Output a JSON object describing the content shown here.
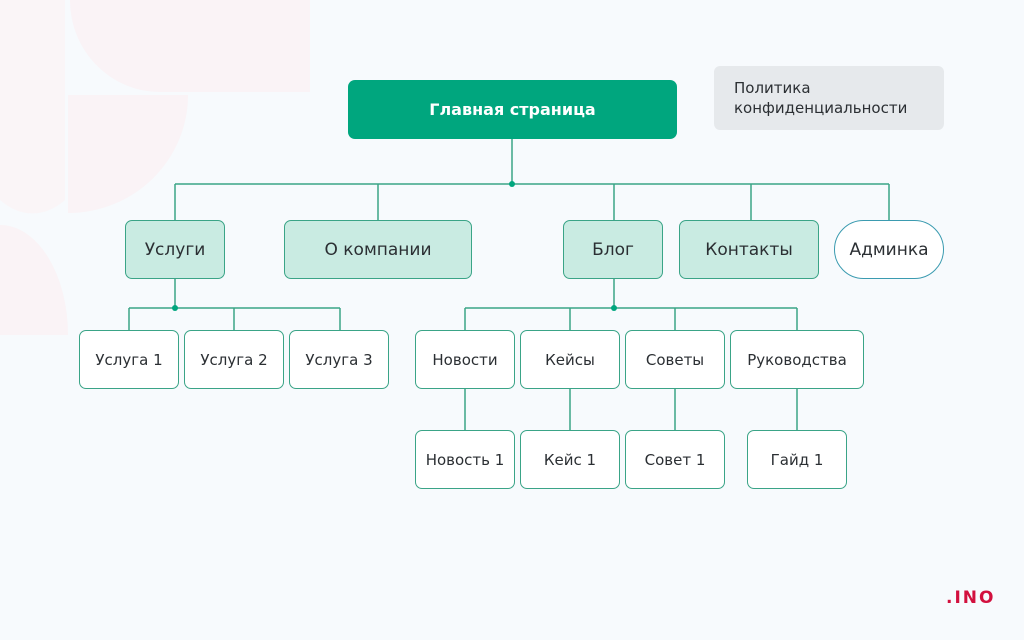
{
  "diagram": {
    "root": {
      "label": "Главная страница"
    },
    "standalone": {
      "label_line1": "Политика",
      "label_line2": "конфиденциальности"
    },
    "level1": [
      {
        "label": "Услуги",
        "style": "filled"
      },
      {
        "label": "О компании",
        "style": "filled"
      },
      {
        "label": "Блог",
        "style": "filled"
      },
      {
        "label": "Контакты",
        "style": "filled"
      },
      {
        "label": "Админка",
        "style": "pill-outline"
      }
    ],
    "services_children": [
      {
        "label": "Услуга 1"
      },
      {
        "label": "Услуга 2"
      },
      {
        "label": "Услуга 3"
      }
    ],
    "blog_children": [
      {
        "label": "Новости",
        "child": "Новость 1"
      },
      {
        "label": "Кейсы",
        "child": "Кейс 1"
      },
      {
        "label": "Советы",
        "child": "Совет 1"
      },
      {
        "label": "Руководства",
        "child": "Гайд 1"
      }
    ]
  },
  "colors": {
    "root_fill": "#00a67e",
    "level1_fill": "#c9ebe2",
    "connector": "#3aa487",
    "policy_fill": "#e6e9ec",
    "logo": "#d2103e"
  },
  "logo": {
    "text": ".INO"
  }
}
